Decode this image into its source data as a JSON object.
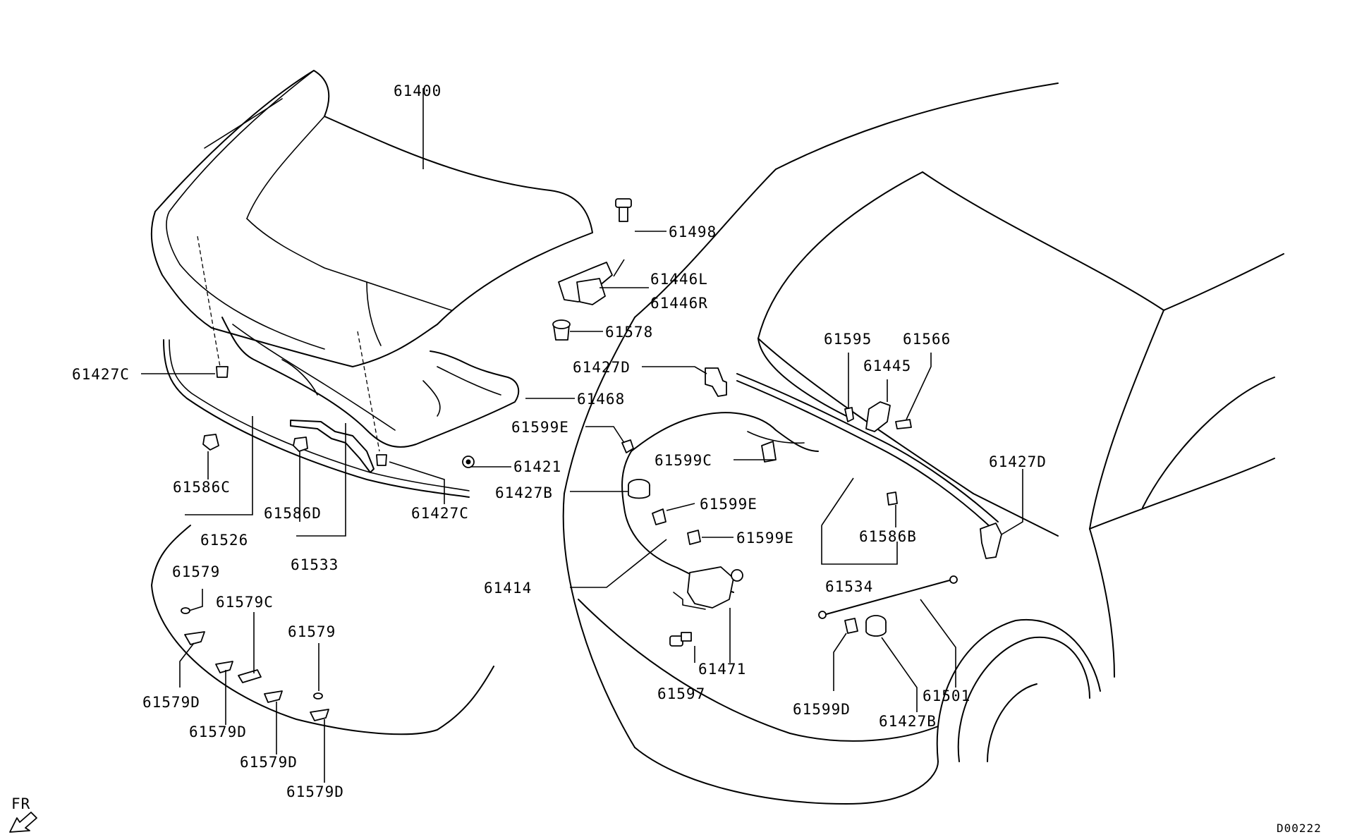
{
  "diagram_code": "D00222",
  "direction_label": "FR",
  "labels": [
    {
      "id": "l61400",
      "text": "61400"
    },
    {
      "id": "l61498",
      "text": "61498"
    },
    {
      "id": "l61446L",
      "text": "61446L"
    },
    {
      "id": "l61446R",
      "text": "61446R"
    },
    {
      "id": "l61578",
      "text": "61578"
    },
    {
      "id": "l61427C_top",
      "text": "61427C"
    },
    {
      "id": "l61468",
      "text": "61468"
    },
    {
      "id": "l61427D_a",
      "text": "61427D"
    },
    {
      "id": "l61595",
      "text": "61595"
    },
    {
      "id": "l61566",
      "text": "61566"
    },
    {
      "id": "l61445",
      "text": "61445"
    },
    {
      "id": "l61599E_a",
      "text": "61599E"
    },
    {
      "id": "l61421",
      "text": "61421"
    },
    {
      "id": "l61599C",
      "text": "61599C"
    },
    {
      "id": "l61427D_b",
      "text": "61427D"
    },
    {
      "id": "l61586C",
      "text": "61586C"
    },
    {
      "id": "l61427B_a",
      "text": "61427B"
    },
    {
      "id": "l61427C_low",
      "text": "61427C"
    },
    {
      "id": "l61599E_b",
      "text": "61599E"
    },
    {
      "id": "l61586D",
      "text": "61586D"
    },
    {
      "id": "l61526",
      "text": "61526"
    },
    {
      "id": "l61599E_c",
      "text": "61599E"
    },
    {
      "id": "l61586B",
      "text": "61586B"
    },
    {
      "id": "l61533",
      "text": "61533"
    },
    {
      "id": "l61579_a",
      "text": "61579"
    },
    {
      "id": "l61534",
      "text": "61534"
    },
    {
      "id": "l61414",
      "text": "61414"
    },
    {
      "id": "l61579C",
      "text": "61579C"
    },
    {
      "id": "l61579_b",
      "text": "61579"
    },
    {
      "id": "l61471",
      "text": "61471"
    },
    {
      "id": "l61597",
      "text": "61597"
    },
    {
      "id": "l61501",
      "text": "61501"
    },
    {
      "id": "l61579D_a",
      "text": "61579D"
    },
    {
      "id": "l61599D",
      "text": "61599D"
    },
    {
      "id": "l61427B_b",
      "text": "61427B"
    },
    {
      "id": "l61579D_b",
      "text": "61579D"
    },
    {
      "id": "l61579D_c",
      "text": "61579D"
    },
    {
      "id": "l61579D_d",
      "text": "61579D"
    }
  ]
}
